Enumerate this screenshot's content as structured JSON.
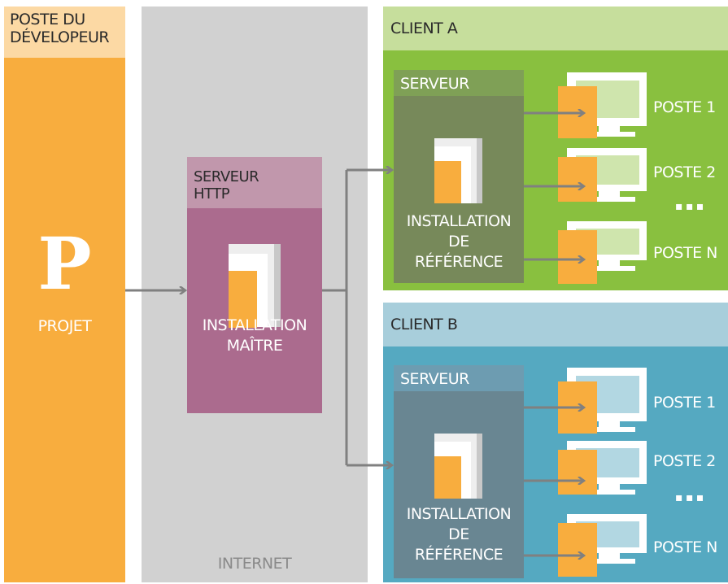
{
  "developer": {
    "header": [
      "POSTE DU",
      "DÉVELOPEUR"
    ],
    "logo_letter": "P",
    "project_label": "PROJET"
  },
  "internet": {
    "label": "INTERNET",
    "http_server": {
      "header": [
        "SERVEUR",
        "HTTP"
      ],
      "caption": [
        "INSTALLATION",
        "MAÎTRE"
      ]
    }
  },
  "clients": [
    {
      "title": "CLIENT A",
      "server_label": "SERVEUR",
      "caption": [
        "INSTALLATION",
        "DE",
        "RÉFÉRENCE"
      ],
      "workstations": [
        "POSTE 1",
        "POSTE 2",
        "POSTE N"
      ],
      "ellipsis": "▪ ▪ ▪"
    },
    {
      "title": "CLIENT B",
      "server_label": "SERVEUR",
      "caption": [
        "INSTALLATION",
        "DE",
        "RÉFÉRENCE"
      ],
      "workstations": [
        "POSTE 1",
        "POSTE 2",
        "POSTE N"
      ],
      "ellipsis": "▪ ▪ ▪"
    }
  ],
  "colors": {
    "developer_header": "#fcd9a4",
    "developer_body": "#f8ad3e",
    "internet_bg": "#d1d1d1",
    "http_header": "#c197ac",
    "http_body": "#ab6b8e",
    "client_a_header": "#c6de9c",
    "client_a_body": "#89c03f",
    "client_a_server_header": "#7fa056",
    "client_a_server_body": "#77895a",
    "client_a_monitor": "#cfe5ad",
    "client_b_header": "#a8cedb",
    "client_b_body": "#55a9c1",
    "client_b_server_header": "#6d9cb1",
    "client_b_server_body": "#698692",
    "client_b_monitor": "#b2d7e2",
    "arrow": "#808080",
    "orange": "#f8ad3e"
  }
}
